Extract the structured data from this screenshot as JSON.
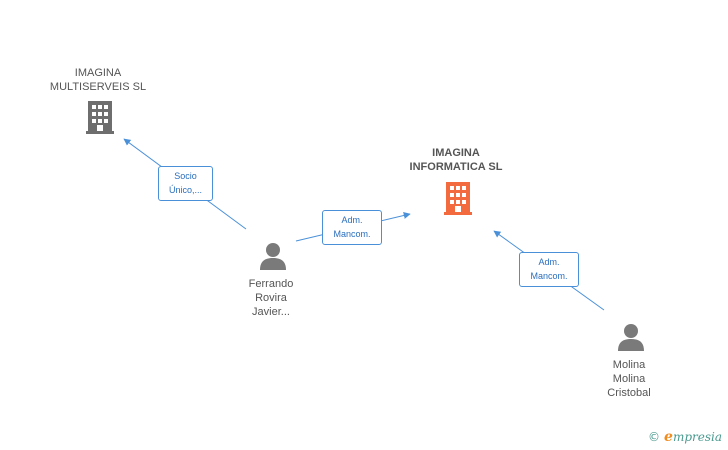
{
  "nodes": {
    "multiserveis": {
      "line1": "IMAGINA",
      "line2": "MULTISERVEIS SL",
      "color": "#6e6e6e"
    },
    "informatica": {
      "line1": "IMAGINA",
      "line2": "INFORMATICA SL",
      "color": "#f26a3d"
    },
    "ferrando": {
      "line1": "Ferrando",
      "line2": "Rovira",
      "line3": "Javier..."
    },
    "molina": {
      "line1": "Molina",
      "line2": "Molina",
      "line3": "Cristobal"
    }
  },
  "edges": {
    "socio": {
      "line1": "Socio",
      "line2": "Único,..."
    },
    "adm_ferrando": {
      "line1": "Adm.",
      "line2": "Mancom."
    },
    "adm_molina": {
      "line1": "Adm.",
      "line2": "Mancom."
    }
  },
  "colors": {
    "edge": "#4a90d9",
    "person": "#7a7a7a"
  },
  "brand": {
    "copyright": "©",
    "initial": "e",
    "name": "mpresia"
  }
}
